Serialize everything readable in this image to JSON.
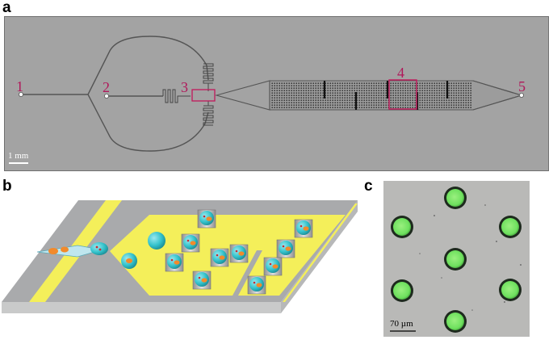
{
  "panels": {
    "a": {
      "letter": "a",
      "port_labels": [
        "1",
        "2",
        "3",
        "4",
        "5"
      ],
      "scale_bar": "1 mm"
    },
    "b": {
      "letter": "b"
    },
    "c": {
      "letter": "c",
      "scale_bar": "70 µm"
    }
  },
  "colors": {
    "chip_background": "#a3a3a3",
    "channel": "#555555",
    "port_label": "#b0185a",
    "highlight_box": "#c2185b",
    "platform_yellow": "#f4ef5a",
    "platform_gray": "#a9aaac",
    "droplet_cyan": "#34c3cc",
    "cell_orange": "#f28a2b",
    "bead_red": "#c62b34",
    "microscopy_bg": "#b9b9b7",
    "droplet_green": "#7be86b"
  }
}
